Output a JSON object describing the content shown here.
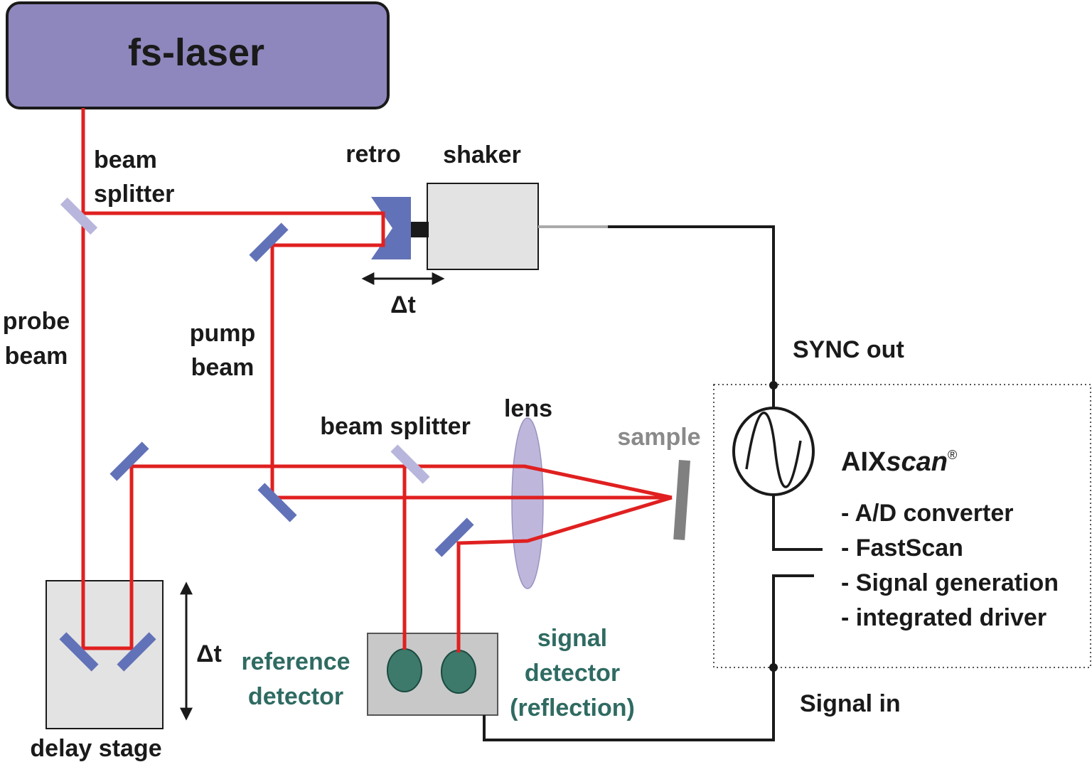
{
  "colors": {
    "laser_fill": "#8e87bd",
    "beam": "#e02020",
    "mirror": "#6272b8",
    "beam_splitter": "#b8b6dc",
    "box_fill": "#e3e3e3",
    "detector_fill": "#3d7a6b",
    "lens_fill": "#bfb7db",
    "sample_fill": "#808080",
    "teal_text": "#2f6b62",
    "gray_text": "#8a8a8a"
  },
  "labels": {
    "laser": "fs-laser",
    "beam_splitter_top_1": "beam",
    "beam_splitter_top_2": "splitter",
    "retro": "retro",
    "shaker": "shaker",
    "delta_t_top": "Δt",
    "probe_beam_1": "probe",
    "probe_beam_2": "beam",
    "pump_beam_1": "pump",
    "pump_beam_2": "beam",
    "beam_splitter_mid": "beam splitter",
    "lens": "lens",
    "sample": "sample",
    "sync_out": "SYNC out",
    "signal_in": "Signal in",
    "delta_t_side": "Δt",
    "delay_stage": "delay stage",
    "reference_detector_1": "reference",
    "reference_detector_2": "detector",
    "signal_detector_1": "signal",
    "signal_detector_2": "detector",
    "signal_detector_3": "(reflection)"
  },
  "aixscan": {
    "name_prefix": "AIX",
    "name_suffix": "scan",
    "registered": "®",
    "features": [
      "- A/D converter",
      "- FastScan",
      "- Signal generation",
      "- integrated driver"
    ]
  }
}
